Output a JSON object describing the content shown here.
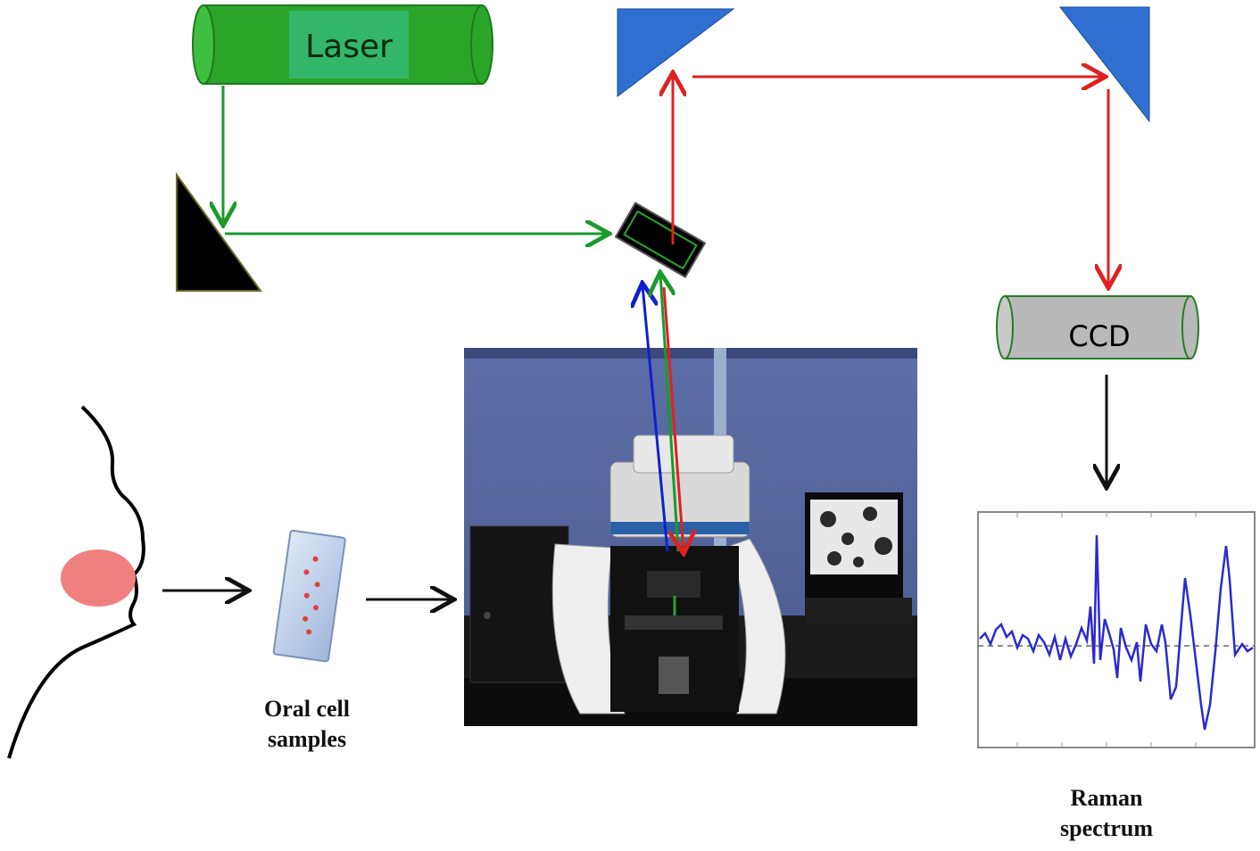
{
  "laser": {
    "label": "Laser",
    "color": "#2aa52a"
  },
  "ccd": {
    "label": "CCD",
    "color": "#b9b9b9"
  },
  "captions": {
    "oral_cells_line1": "Oral cell",
    "oral_cells_line2": "samples",
    "raman_line1": "Raman",
    "raman_line2": "spectrum"
  },
  "colors": {
    "excitation_beam": "#1a9a2a",
    "scattered_beam": "#e02020",
    "return_beam": "#1020d0",
    "prism_blue": "#2f6fd0",
    "spectrum_line": "#2a2ad0",
    "cheek": "#f08080"
  },
  "icons": [
    "face-profile-icon",
    "slide-icon",
    "microscope-photo",
    "mirror-icon",
    "prism-icon",
    "filter-icon"
  ]
}
